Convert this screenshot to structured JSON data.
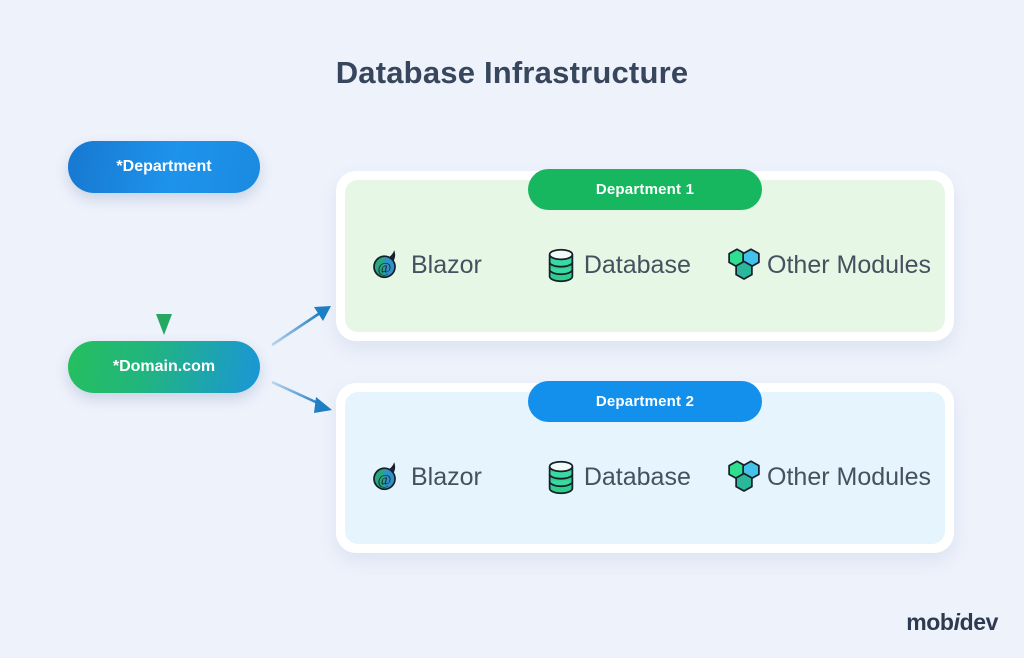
{
  "page": {
    "title": "Database Infrastructure",
    "background_color": "#eef2fb",
    "title_color": "#37465c"
  },
  "nodes": [
    {
      "id": "department",
      "label": "*Department",
      "style": "blue-gradient"
    },
    {
      "id": "domain",
      "label": "*Domain.com",
      "style": "green-blue-gradient"
    }
  ],
  "connectors": [
    {
      "name": "department-to-domain",
      "type": "arrow-down",
      "color": "#2bab66"
    },
    {
      "name": "domain-to-department-1",
      "type": "arrow-up-right",
      "color": "#2d8fd4"
    },
    {
      "name": "domain-to-department-2",
      "type": "arrow-down-right",
      "color": "#2d8fd4"
    }
  ],
  "departments": [
    {
      "header": "Department 1",
      "header_color": "#17b75f",
      "panel_color": "#e7f7e5",
      "modules": [
        {
          "icon": "blazor-icon",
          "label": "Blazor"
        },
        {
          "icon": "database-icon",
          "label": "Database"
        },
        {
          "icon": "other-modules-icon",
          "label": "Other Modules"
        }
      ]
    },
    {
      "header": "Department 2",
      "header_color": "#1290ec",
      "panel_color": "#e6f4fd",
      "modules": [
        {
          "icon": "blazor-icon",
          "label": "Blazor"
        },
        {
          "icon": "database-icon",
          "label": "Database"
        },
        {
          "icon": "other-modules-icon",
          "label": "Other Modules"
        }
      ]
    }
  ],
  "logo": {
    "text_a": "mob",
    "text_i": "i",
    "text_b": "dev"
  }
}
